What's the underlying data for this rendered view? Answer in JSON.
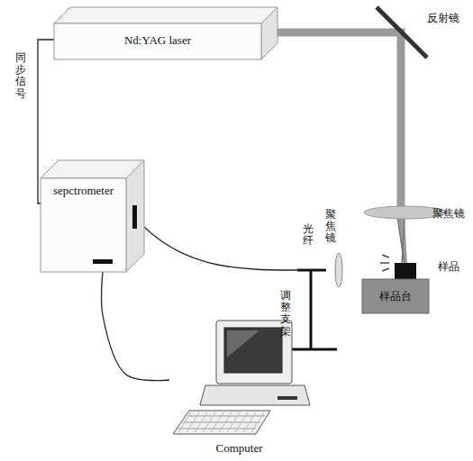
{
  "diagram": {
    "nodes": [
      {
        "text": [
          "Nd:YAG laser"
        ]
      },
      {
        "text": [
          "sepctrometer"
        ]
      },
      {
        "text": [
          "样品"
        ]
      },
      {
        "text": [
          "样品台"
        ]
      },
      {
        "text": [
          "Computer"
        ]
      }
    ],
    "edges": [
      {
        "from": 0,
        "to": 1,
        "arrow": "none",
        "label": "同步信号"
      },
      {
        "from": 1,
        "to": 4,
        "arrow": "none"
      }
    ],
    "labels": [
      "反射镜",
      "聚焦镜",
      "聚焦镜",
      "光纤",
      "调整支架"
    ]
  }
}
